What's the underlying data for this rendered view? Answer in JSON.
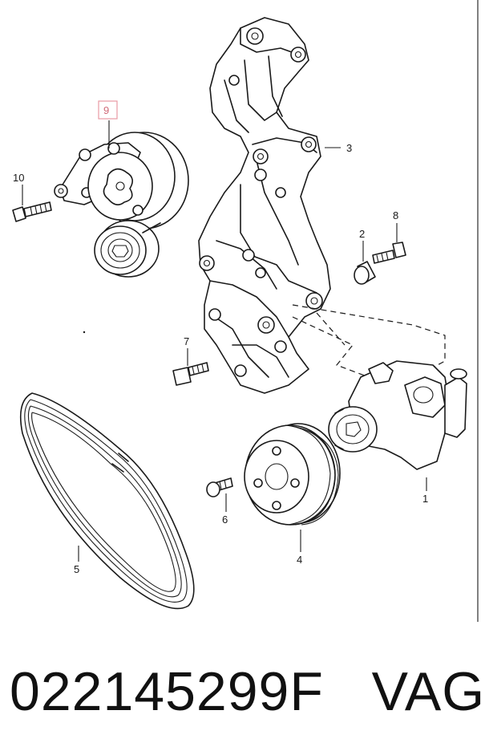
{
  "callouts": [
    {
      "id": "1",
      "label": "1"
    },
    {
      "id": "2",
      "label": "2"
    },
    {
      "id": "3",
      "label": "3"
    },
    {
      "id": "4",
      "label": "4"
    },
    {
      "id": "5",
      "label": "5"
    },
    {
      "id": "6",
      "label": "6"
    },
    {
      "id": "7",
      "label": "7"
    },
    {
      "id": "8",
      "label": "8"
    },
    {
      "id": "9",
      "label": "9"
    },
    {
      "id": "10",
      "label": "10"
    }
  ],
  "highlighted_callout": "9",
  "highlight_color": "#e89aa4",
  "footer": {
    "part_number": "022145299F",
    "brand": "VAG"
  }
}
